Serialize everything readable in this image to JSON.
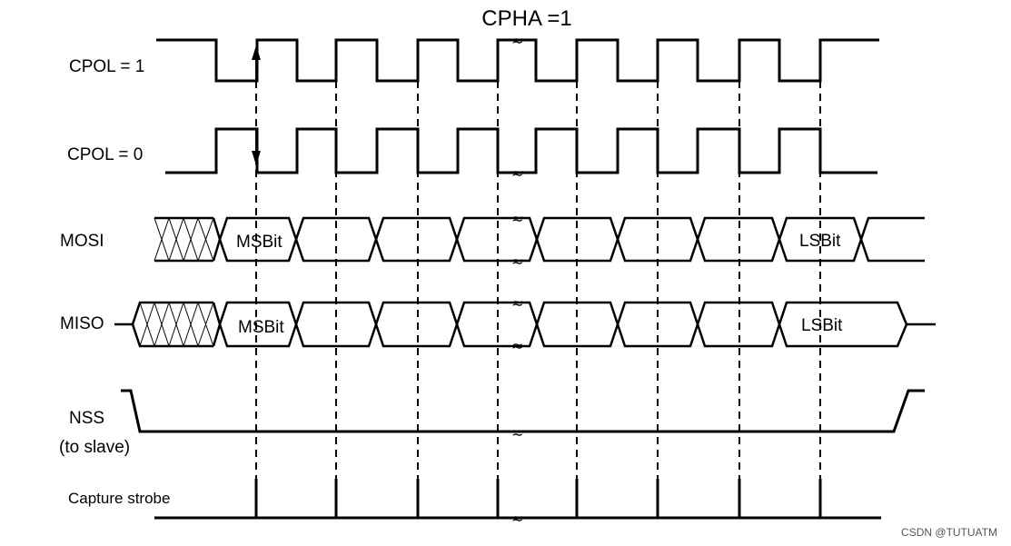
{
  "title": "CPHA =1",
  "signals": {
    "cpol1": "CPOL = 1",
    "cpol0": "CPOL = 0",
    "mosi": "MOSI",
    "miso": "MISO",
    "nss_line1": "NSS",
    "nss_line2": "(to slave)",
    "strobe": "Capture strobe"
  },
  "bits": {
    "msb": "MSBit",
    "lsb": "LSBit"
  },
  "break_symbol": "≈",
  "watermark": "CSDN @TUTUATM"
}
